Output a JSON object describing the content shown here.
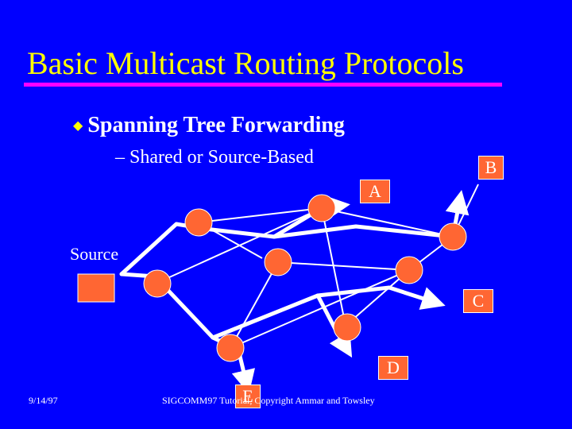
{
  "slide": {
    "title": "Basic Multicast Routing Protocols",
    "bullet": "Spanning Tree Forwarding",
    "sub_bullet": "– Shared or Source-Based"
  },
  "diagram": {
    "source_label": "Source",
    "nodes": {
      "a": "A",
      "b": "B",
      "c": "C",
      "d": "D",
      "e": "E"
    }
  },
  "footer": {
    "date": "9/14/97",
    "credit": "SIGCOMM97 Tutorial, Copyright Ammar and Towsley"
  },
  "colors": {
    "background": "#0000ff",
    "title": "#ffff00",
    "title_rule": "#ff00ff",
    "node_fill": "#ff6633",
    "link": "#ffffff"
  }
}
